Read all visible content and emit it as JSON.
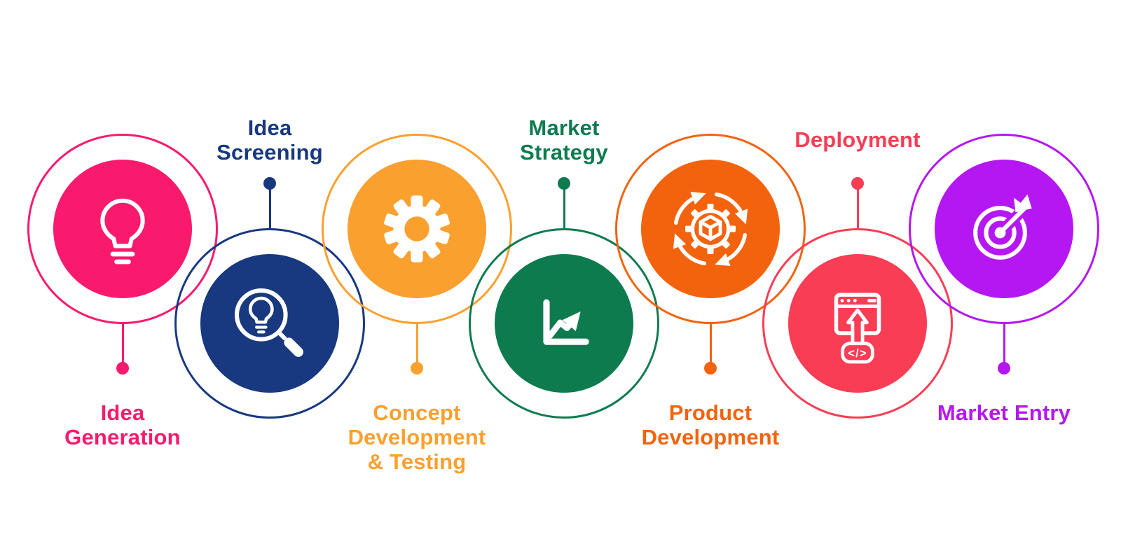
{
  "diagram": {
    "background_color": "#FFFFFF",
    "icon_stroke_color": "#FFFFFF",
    "steps": [
      {
        "order": 1,
        "name": "Idea Generation",
        "label_lines": [
          "Idea",
          "Generation"
        ],
        "color": "#F91A6E",
        "css_var": "--c:#F91A6E",
        "icon": "lightbulb-icon",
        "circle_position": "top",
        "label_position": "below"
      },
      {
        "order": 2,
        "name": "Idea Screening",
        "label_lines": [
          "Idea",
          "Screening"
        ],
        "color": "#18387F",
        "css_var": "--c:#18387F",
        "icon": "magnifier-lightbulb-icon",
        "circle_position": "bottom",
        "label_position": "above"
      },
      {
        "order": 3,
        "name": "Concept Development & Testing",
        "label_lines": [
          "Concept",
          "Development",
          "& Testing"
        ],
        "color": "#F9A02E",
        "css_var": "--c:#F9A02E",
        "icon": "gear-icon",
        "circle_position": "top",
        "label_position": "below"
      },
      {
        "order": 4,
        "name": "Market Strategy",
        "label_lines": [
          "Market",
          "Strategy"
        ],
        "color": "#0E7B4F",
        "css_var": "--c:#0E7B4F",
        "icon": "growth-chart-icon",
        "circle_position": "bottom",
        "label_position": "above"
      },
      {
        "order": 5,
        "name": "Product Development",
        "label_lines": [
          "Product",
          "Development"
        ],
        "color": "#F3630E",
        "css_var": "--c:#F3630E",
        "icon": "product-cycle-icon",
        "circle_position": "top",
        "label_position": "below"
      },
      {
        "order": 6,
        "name": "Deployment",
        "label_lines": [
          "Deployment"
        ],
        "color": "#F83D55",
        "css_var": "--c:#F83D55",
        "icon": "deploy-upload-code-icon",
        "circle_position": "bottom",
        "label_position": "above"
      },
      {
        "order": 7,
        "name": "Market Entry",
        "label_lines": [
          "Market Entry"
        ],
        "color": "#B517F2",
        "css_var": "--c:#B517F2",
        "icon": "target-dart-icon",
        "circle_position": "top",
        "label_position": "below"
      }
    ],
    "icon_texts": {
      "code_tag": "</>"
    }
  }
}
